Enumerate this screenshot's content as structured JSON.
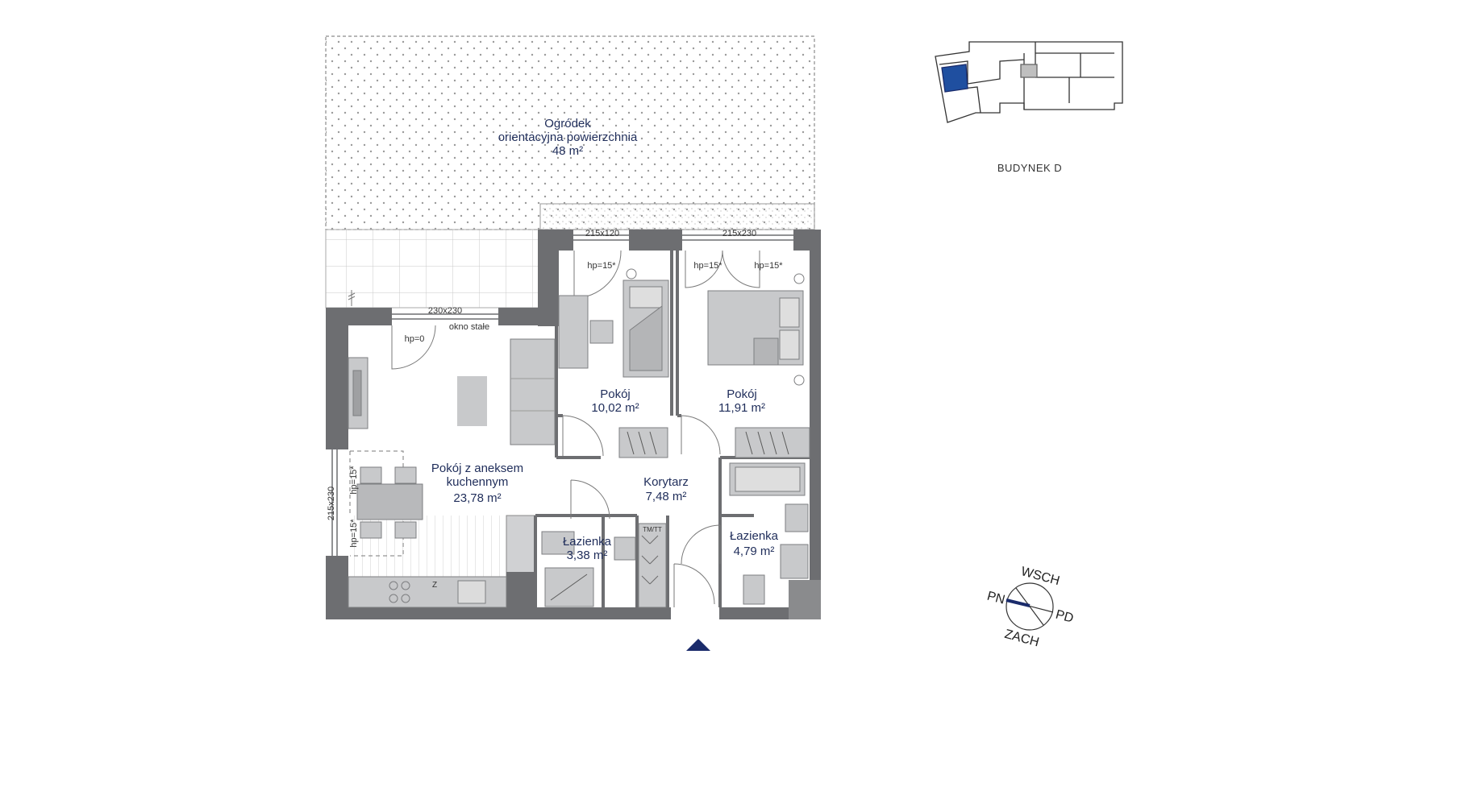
{
  "colors": {
    "wall": "#6d6e71",
    "furniture": "#c8c9cb",
    "accent": "#1a2b6b",
    "label": "#1f2d5a",
    "highlight": "#1f4fa0"
  },
  "rooms": {
    "garden": {
      "name": "Ogródek",
      "subtitle": "orientacyjna powierzchnia",
      "area": "48 m²"
    },
    "living": {
      "name_line1": "Pokój z aneksem",
      "name_line2": "kuchennym",
      "area": "23,78 m²"
    },
    "room1": {
      "name": "Pokój",
      "area": "10,02 m²"
    },
    "room2": {
      "name": "Pokój",
      "area": "11,91 m²"
    },
    "corridor": {
      "name": "Korytarz",
      "area": "7,48 m²"
    },
    "bath1": {
      "name": "Łazienka",
      "area": "3,38 m²"
    },
    "bath2": {
      "name": "Łazienka",
      "area": "4,79 m²"
    }
  },
  "windows": {
    "top_left": {
      "size": "215x120",
      "sill": "hp=15*"
    },
    "top_right": {
      "size": "215x230",
      "sill_left": "hp=15*",
      "sill_right": "hp=15*"
    },
    "living_top": {
      "size": "230x230",
      "sill": "hp=0",
      "note": "okno stałe"
    },
    "living_side": {
      "size": "215x230",
      "sill_top": "hp=15*",
      "sill_bottom": "hp=15*"
    }
  },
  "appliances": {
    "washer": "TM/TT",
    "fridge": "Z"
  },
  "building": {
    "label": "BUDYNEK D"
  },
  "compass": {
    "east": "WSCH",
    "north": "PN",
    "south": "PD",
    "west": "ZACH"
  }
}
